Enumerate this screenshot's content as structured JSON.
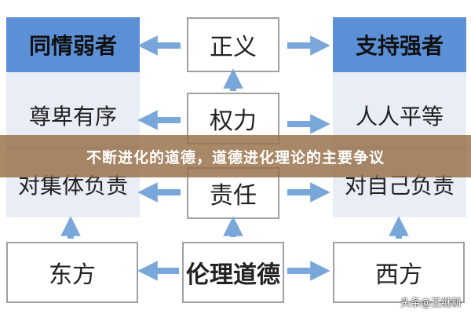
{
  "left_column": {
    "header": "同情弱者",
    "items": [
      "尊卑有序",
      "对集体负责"
    ]
  },
  "right_column": {
    "header": "支持强者",
    "items": [
      "人人平等",
      "对自己负责"
    ]
  },
  "center_column": {
    "items": [
      "正义",
      "权力",
      "责任"
    ]
  },
  "bottom_row": {
    "left": "东方",
    "center": "伦理道德",
    "right": "西方"
  },
  "banner_title": "不断进化的道德，道德进化理论的主要争议",
  "watermark": "头条@王继新",
  "colors": {
    "header_blue": "#5b8fd6",
    "panel_light": "#e9eef6",
    "arrow_blue": "#7aa7d9",
    "banner_brown": "#966e46"
  }
}
